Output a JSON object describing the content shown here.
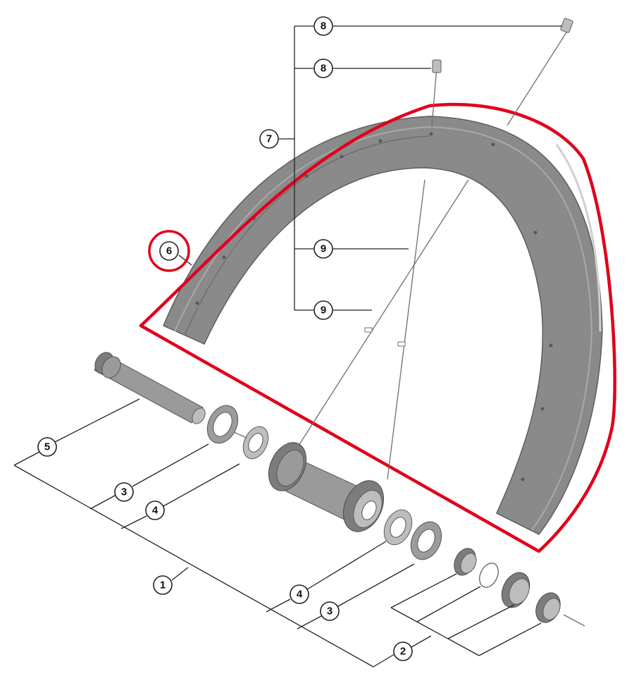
{
  "colors": {
    "highlight": "#e0001b",
    "rim": "#8a8a8a",
    "rim_edge": "#5e5e5e",
    "line": "#222222"
  },
  "callouts": {
    "c1": "1",
    "c2": "2",
    "c3a": "3",
    "c3b": "3",
    "c4a": "4",
    "c4b": "4",
    "c5": "5",
    "c6": "6",
    "c7": "7",
    "c8a": "8",
    "c8b": "8",
    "c9a": "9",
    "c9b": "9"
  },
  "highlight": {
    "part": "6",
    "shape": "rim-outline"
  },
  "icons": {
    "rim": "rim-icon",
    "hub": "hub-body-icon",
    "axle": "axle-icon",
    "nipple": "nipple-icon",
    "spoke": "spoke-icon"
  }
}
